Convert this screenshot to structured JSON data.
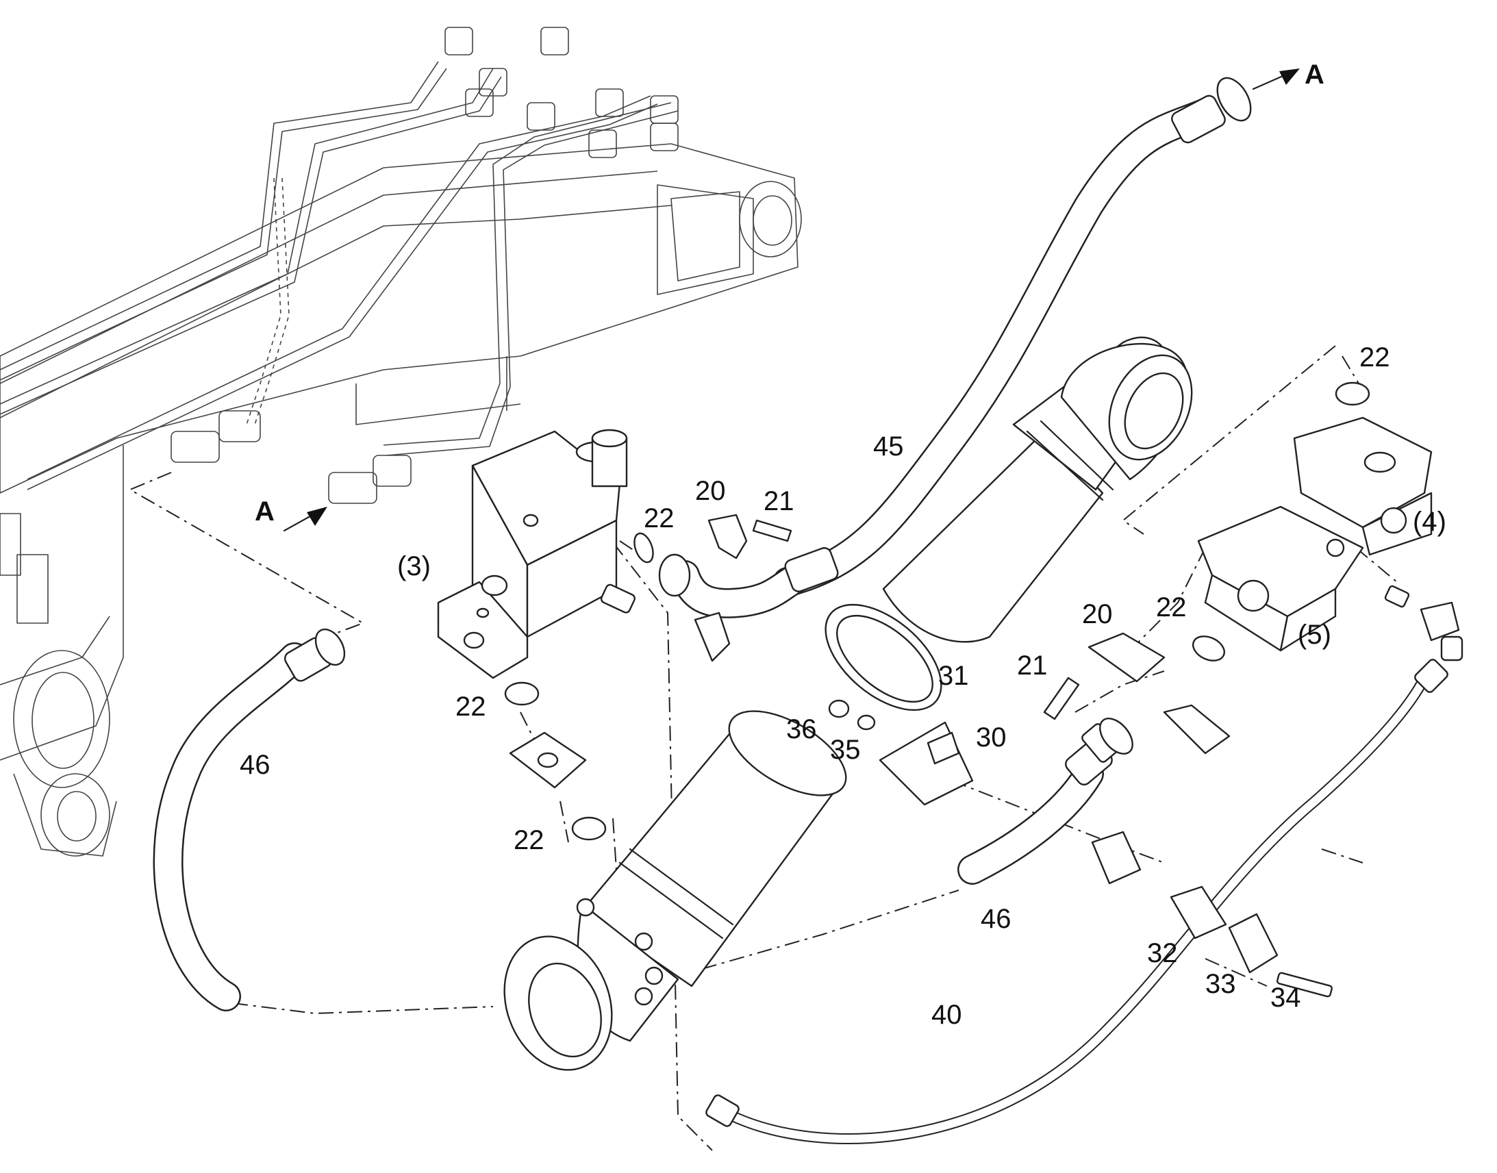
{
  "callouts": {
    "p20a": "20",
    "p21a": "21",
    "p22a": "22",
    "p22b": "22",
    "p22c": "22",
    "p22d": "22",
    "p22e": "22",
    "p3": "(3)",
    "p4": "(4)",
    "p5": "(5)",
    "p45": "45",
    "p46a": "46",
    "p46b": "46",
    "p20b": "20",
    "p21b": "21",
    "p31": "31",
    "p30": "30",
    "p36": "36",
    "p35": "35",
    "p32": "32",
    "p33": "33",
    "p34": "34",
    "p40": "40"
  },
  "view_markers": {
    "a_left": "A",
    "a_right": "A"
  }
}
